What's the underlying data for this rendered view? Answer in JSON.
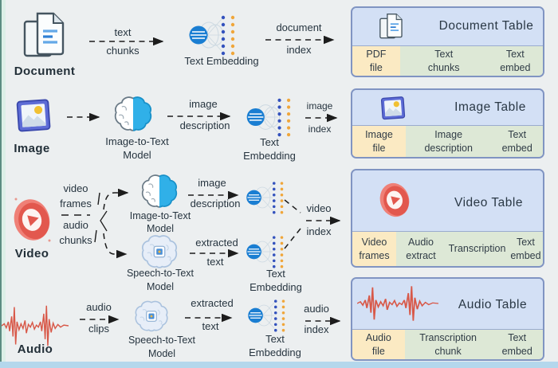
{
  "colors": {
    "background": "#eceff0",
    "table_header_bg": "#d3e0f5",
    "table_border": "#8094c2",
    "file_cell_bg": "#fbeac3",
    "data_cell_bg": "#dde8d6",
    "arrow": "#1c1c1c",
    "embedding_blue": "#1a7ed2",
    "dot_blue": "#3352bd",
    "dot_orange": "#f0a63a",
    "brain_blue": "#30b0e8",
    "video_red": "#e2584e",
    "waveform_red": "#d85848",
    "left_strip": "#dcefe7",
    "bottom_strip": "#b4d7ec"
  },
  "icons": {
    "document": "document-pages-icon",
    "image": "image-photo-icon",
    "video": "video-play-icon",
    "audio": "audio-waveform-icon",
    "embedding": "text-embedding-network-icon",
    "image_to_text": "brain-half-blue-icon",
    "speech_to_text": "brain-chip-icon"
  },
  "rows": {
    "document": {
      "source": "Document",
      "arrow_chunks": {
        "top": "text",
        "bottom": "chunks"
      },
      "embedding": "Text Embedding",
      "arrow_index": {
        "top": "document",
        "bottom": "index"
      },
      "table": {
        "title": "Document Table",
        "columns": [
          {
            "line1": "PDF",
            "line2": "file"
          },
          {
            "line1": "Text",
            "line2": "chunks"
          },
          {
            "line1": "Text",
            "line2": "embed"
          }
        ]
      }
    },
    "image": {
      "source": "Image",
      "model": {
        "line1": "Image-to-Text",
        "line2": "Model"
      },
      "arrow_description": {
        "top": "image",
        "bottom": "description"
      },
      "embedding": {
        "line1": "Text",
        "line2": "Embedding"
      },
      "arrow_index": {
        "top": "image",
        "bottom": "index"
      },
      "table": {
        "title": "Image Table",
        "columns": [
          {
            "line1": "Image",
            "line2": "file"
          },
          {
            "line1": "Image",
            "line2": "description"
          },
          {
            "line1": "Text",
            "line2": "embed"
          }
        ]
      }
    },
    "video": {
      "source": "Video",
      "split": {
        "line1": "video",
        "line2": "frames",
        "line3": "audio",
        "line4": "chunks"
      },
      "model_image": {
        "line1": "Image-to-Text",
        "line2": "Model"
      },
      "model_speech": {
        "line1": "Speech-to-Text",
        "line2": "Model"
      },
      "arrow_description": {
        "top": "image",
        "bottom": "description"
      },
      "arrow_extracted": {
        "top": "extracted",
        "bottom": "text"
      },
      "embedding": {
        "line1": "Text",
        "line2": "Embedding"
      },
      "arrow_index": {
        "top": "video",
        "bottom": "index"
      },
      "table": {
        "title": "Video Table",
        "columns": [
          {
            "line1": "Video",
            "line2": "frames"
          },
          {
            "line1": "Audio",
            "line2": "extract"
          },
          {
            "line1": "Transcription",
            "line2": ""
          },
          {
            "line1": "Text",
            "line2": "embed"
          }
        ]
      }
    },
    "audio": {
      "source": "Audio",
      "arrow_clips": {
        "top": "audio",
        "bottom": "clips"
      },
      "model_speech": {
        "line1": "Speech-to-Text",
        "line2": "Model"
      },
      "arrow_extracted": {
        "top": "extracted",
        "bottom": "text"
      },
      "embedding": {
        "line1": "Text",
        "line2": "Embedding"
      },
      "arrow_index": {
        "top": "audio",
        "bottom": "index"
      },
      "table": {
        "title": "Audio Table",
        "columns": [
          {
            "line1": "Audio",
            "line2": "file"
          },
          {
            "line1": "Transcription",
            "line2": "chunk"
          },
          {
            "line1": "Text",
            "line2": "embed"
          }
        ]
      }
    }
  }
}
